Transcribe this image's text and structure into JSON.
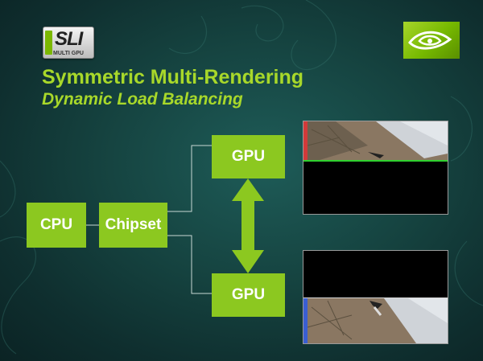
{
  "logo": {
    "sli_text": "SLI",
    "sli_sub": "MULTI GPU",
    "vendor_icon": "nvidia-eye-icon"
  },
  "title": "Symmetric Multi-Rendering",
  "subtitle": "Dynamic Load Balancing",
  "diagram": {
    "nodes": [
      {
        "id": "cpu",
        "label": "CPU"
      },
      {
        "id": "chipset",
        "label": "Chipset"
      },
      {
        "id": "gpu_top",
        "label": "GPU"
      },
      {
        "id": "gpu_bottom",
        "label": "GPU"
      }
    ],
    "edges": [
      {
        "from": "cpu",
        "to": "chipset",
        "style": "plain"
      },
      {
        "from": "chipset",
        "to": "gpu_top",
        "style": "plain"
      },
      {
        "from": "chipset",
        "to": "gpu_bottom",
        "style": "plain"
      },
      {
        "from": "gpu_top",
        "to": "gpu_bottom",
        "style": "bidirectional-arrow"
      }
    ],
    "screens": [
      {
        "id": "render_top",
        "rendered_part": "top",
        "bar_color": "#d23a3a",
        "split_line_color": "#2fd22f"
      },
      {
        "id": "render_bottom",
        "rendered_part": "bottom",
        "bar_color": "#3a5ed2",
        "split_line_color": "#d6d6d6"
      }
    ]
  }
}
